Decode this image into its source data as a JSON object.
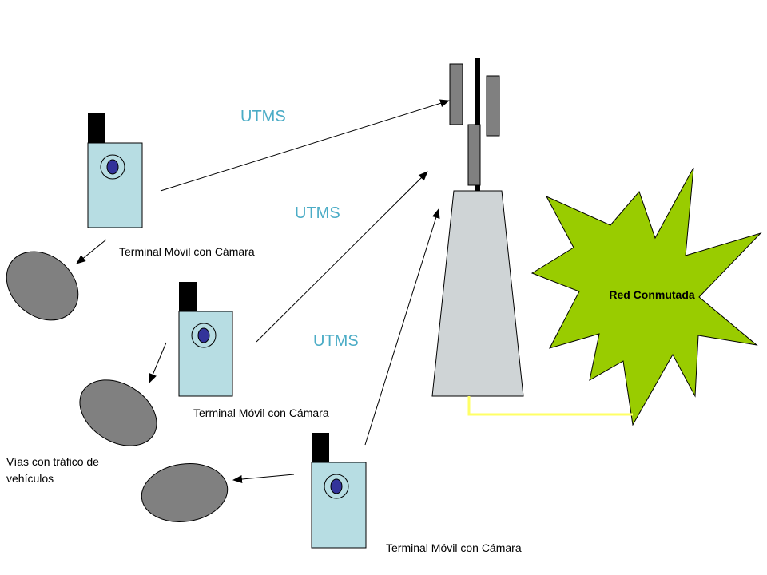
{
  "labels": {
    "link_1": "UTMS",
    "link_2": "UTMS",
    "link_3": "UTMS",
    "terminal_1": "Terminal Móvil con Cámara",
    "terminal_2": "Terminal Móvil con Cámara",
    "terminal_3": "Terminal Móvil con Cámara",
    "network": "Red Conmutada",
    "roads_line1": "Vías con tráfico de",
    "roads_line2": "vehículos"
  },
  "colors": {
    "phone_body": "#b7dde3",
    "phone_antenna": "#000000",
    "camera_lens": "#33339a",
    "road": "#808080",
    "tower": "#cfd4d6",
    "antenna_panel": "#808080",
    "network_burst": "#99cc00",
    "link_cable": "#ffff66",
    "utms_text": "#4bacc6"
  },
  "icons": {
    "phone": "mobile-phone-icon",
    "camera": "camera-lens-icon",
    "road": "road-icon",
    "tower": "cell-tower-icon",
    "network": "switched-network-icon"
  }
}
